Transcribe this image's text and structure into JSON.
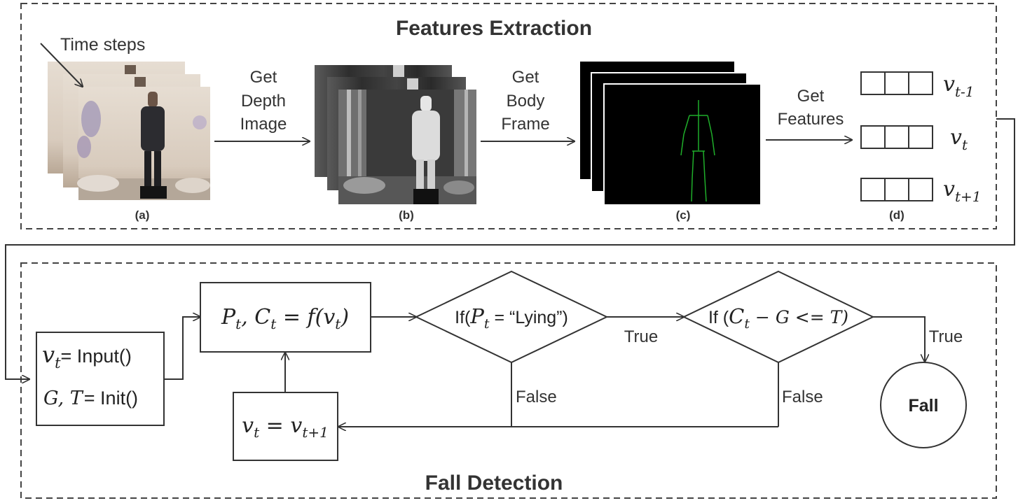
{
  "top_panel": {
    "title": "Features Extraction",
    "time_steps_label": "Time steps",
    "captions": [
      "(a)",
      "(b)",
      "(c)",
      "(d)"
    ],
    "arrow_labels": {
      "depth": [
        "Get",
        "Depth",
        "Image"
      ],
      "body": [
        "Get",
        "Body",
        "Frame"
      ],
      "features": [
        "Get",
        "Features"
      ]
    },
    "vectors": [
      "v",
      "v",
      "v"
    ],
    "vector_subscripts": [
      "t-1",
      "t",
      "t+1"
    ]
  },
  "bottom_panel": {
    "title": "Fall Detection",
    "init_box": {
      "line1_var": "v",
      "line1_sub": "t",
      "line1_text": "= Input()",
      "line2_var": "G, T",
      "line2_text": "=  Init()"
    },
    "model_box": {
      "p": "P",
      "p_sub": "t",
      "sep": ", ",
      "c": "C",
      "c_sub": "t",
      "eq": " = ",
      "f": "f",
      "open": "(",
      "v": "v",
      "v_sub": "t",
      "close": ")"
    },
    "update_box": {
      "left": "v",
      "left_sub": "t",
      "eq": " = ",
      "right": "v",
      "right_sub": "t+1"
    },
    "diamond1": {
      "prefix": "If(",
      "var": "P",
      "sub": "t",
      "rest": " = “Lying”)"
    },
    "diamond2": {
      "prefix": "If (",
      "var": "C",
      "sub": "t",
      "rest": " − G <= T)"
    },
    "edge_labels": {
      "true1": "True",
      "true2": "True",
      "false1": "False",
      "false2": "False"
    },
    "terminal": "Fall"
  }
}
